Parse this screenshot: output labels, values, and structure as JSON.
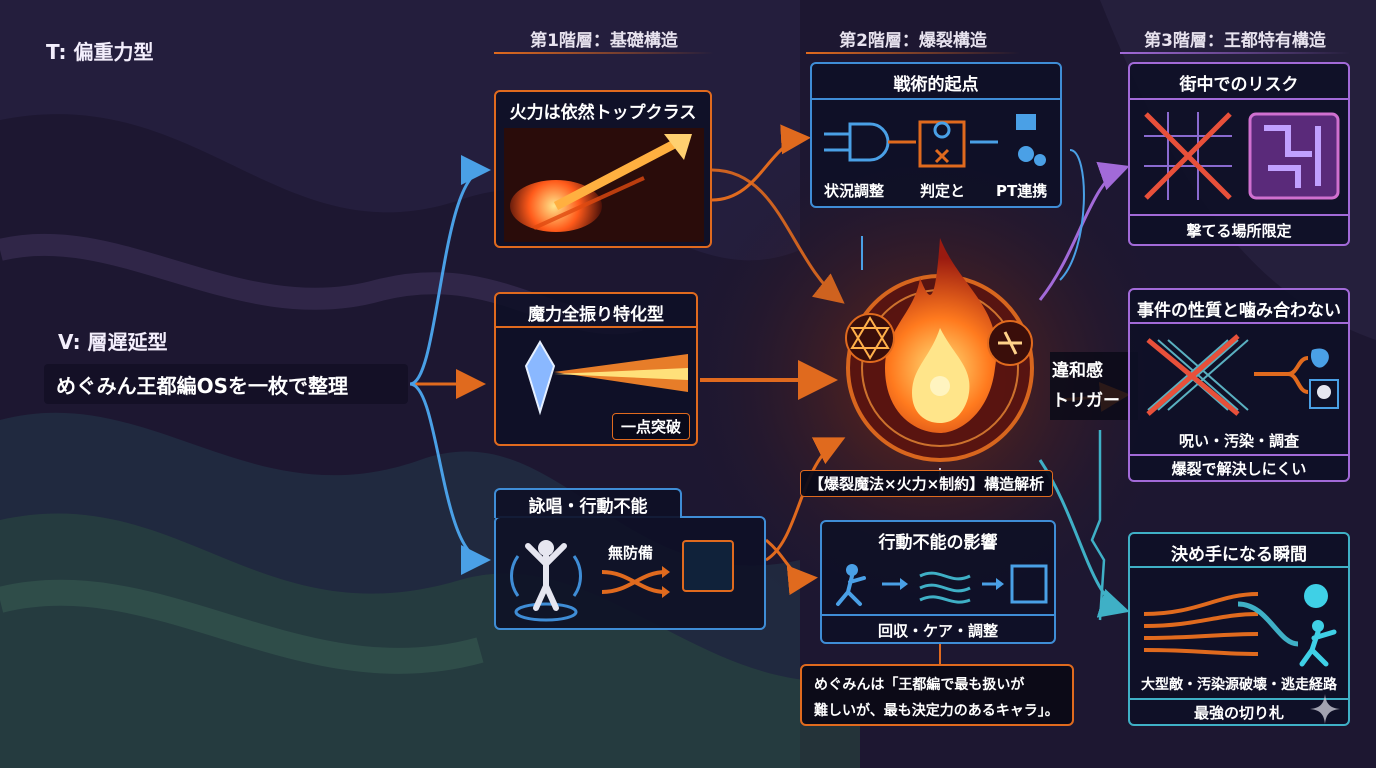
{
  "labels": {
    "t_label": "T: 偏重力型",
    "v_label": "V: 層遅延型",
    "main_title": "めぐみん王都編OSを一枚で整理"
  },
  "columns": {
    "col1": "第1階層：基礎構造",
    "col2": "第2階層：爆裂構造",
    "col3": "第3階層：王都特有構造"
  },
  "layer1": {
    "firepower": {
      "title": "火力は依然トップクラス"
    },
    "magic": {
      "title": "魔力全振り特化型",
      "tag": "一点突破"
    },
    "chant": {
      "title": "詠唱・行動不能",
      "label": "無防備"
    }
  },
  "layer2": {
    "tactical": {
      "title": "戦術的起点",
      "items": [
        "状況調整",
        "判定と",
        "PT連携"
      ]
    },
    "analysis": "【爆裂魔法×火力×制約】構造解析",
    "immobile": {
      "title": "行動不能の影響",
      "footer": "回収・ケア・調整"
    },
    "note": {
      "line1": "めぐみんは「王都編で最も扱いが",
      "line2": "難しいが、最も決定力のあるキャラ」。"
    },
    "trigger": {
      "line1": "違和感",
      "line2": "トリガー"
    }
  },
  "layer3": {
    "risk": {
      "title": "街中でのリスク",
      "footer": "撃てる場所限定"
    },
    "mismatch": {
      "title": "事件の性質と噛み合わない",
      "items": "呪い・汚染・調査",
      "footer": "爆裂で解決しにくい"
    },
    "decisive": {
      "title": "決め手になる瞬間",
      "items": "大型敵・汚染源破壊・逃走経路",
      "footer": "最強の切り札"
    }
  },
  "colors": {
    "orange": "#e06a1e",
    "blue": "#3f8dd6",
    "purple": "#a26ad8",
    "cyan": "#3fb0c6"
  }
}
